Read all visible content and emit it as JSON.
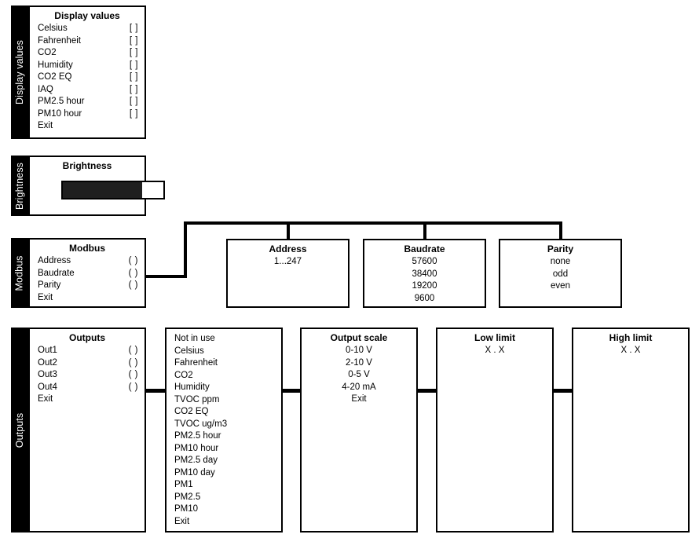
{
  "display_values": {
    "tab": "Display values",
    "title": "Display values",
    "items": [
      {
        "label": "Celsius",
        "marker": "[ ]"
      },
      {
        "label": "Fahrenheit",
        "marker": "[ ]"
      },
      {
        "label": "CO2",
        "marker": "[ ]"
      },
      {
        "label": "Humidity",
        "marker": "[ ]"
      },
      {
        "label": "CO2 EQ",
        "marker": "[ ]"
      },
      {
        "label": "IAQ",
        "marker": "[ ]"
      },
      {
        "label": "PM2.5 hour",
        "marker": "[ ]"
      },
      {
        "label": "PM10 hour",
        "marker": "[ ]"
      },
      {
        "label": "Exit",
        "marker": ""
      }
    ]
  },
  "brightness": {
    "tab": "Brightness",
    "title": "Brightness",
    "fill_percent": 79
  },
  "modbus": {
    "tab": "Modbus",
    "title": "Modbus",
    "items": [
      {
        "label": "Address",
        "marker": "( )"
      },
      {
        "label": "Baudrate",
        "marker": "( )"
      },
      {
        "label": "Parity",
        "marker": "( )"
      },
      {
        "label": "Exit",
        "marker": ""
      }
    ],
    "address": {
      "title": "Address",
      "lines": [
        "1...247"
      ]
    },
    "baudrate": {
      "title": "Baudrate",
      "lines": [
        "57600",
        "38400",
        "19200",
        "9600"
      ]
    },
    "parity": {
      "title": "Parity",
      "lines": [
        "none",
        "odd",
        "even"
      ]
    }
  },
  "outputs": {
    "tab": "Outputs",
    "title": "Outputs",
    "items": [
      {
        "label": "Out1",
        "marker": "( )"
      },
      {
        "label": "Out2",
        "marker": "( )"
      },
      {
        "label": "Out3",
        "marker": "( )"
      },
      {
        "label": "Out4",
        "marker": "( )"
      },
      {
        "label": "Exit",
        "marker": ""
      }
    ],
    "source_list": {
      "title": "",
      "lines": [
        "Not in use",
        "Celsius",
        "Fahrenheit",
        "CO2",
        "Humidity",
        "TVOC ppm",
        "CO2 EQ",
        "TVOC ug/m3",
        "PM2.5 hour",
        "PM10 hour",
        "PM2.5 day",
        "PM10 day",
        "PM1",
        "PM2.5",
        "PM10",
        "Exit"
      ]
    },
    "output_scale": {
      "title": "Output scale",
      "lines": [
        "0-10 V",
        "2-10 V",
        "0-5 V",
        "4-20 mA",
        "Exit"
      ]
    },
    "low_limit": {
      "title": "Low limit",
      "lines": [
        "X . X"
      ]
    },
    "high_limit": {
      "title": "High limit",
      "lines": [
        "X . X"
      ]
    }
  }
}
